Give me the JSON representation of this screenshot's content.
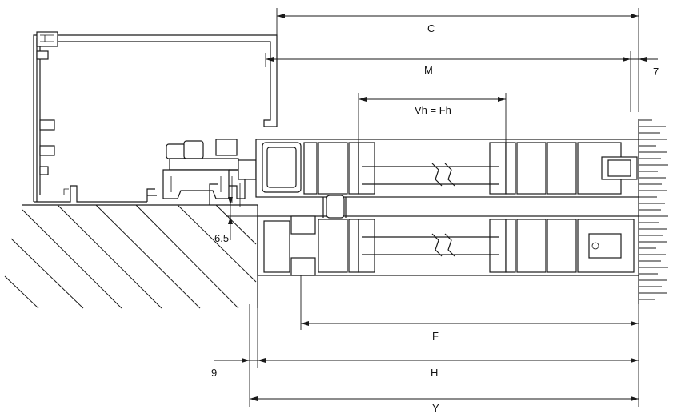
{
  "drawing": {
    "note": "",
    "dimensions": {
      "c": "C",
      "m": "M",
      "m_offset": "7",
      "vh": "Vh = Fh",
      "gap": "6.5",
      "f": "F",
      "h": "H",
      "h_offset": "9",
      "y": "Y"
    }
  }
}
